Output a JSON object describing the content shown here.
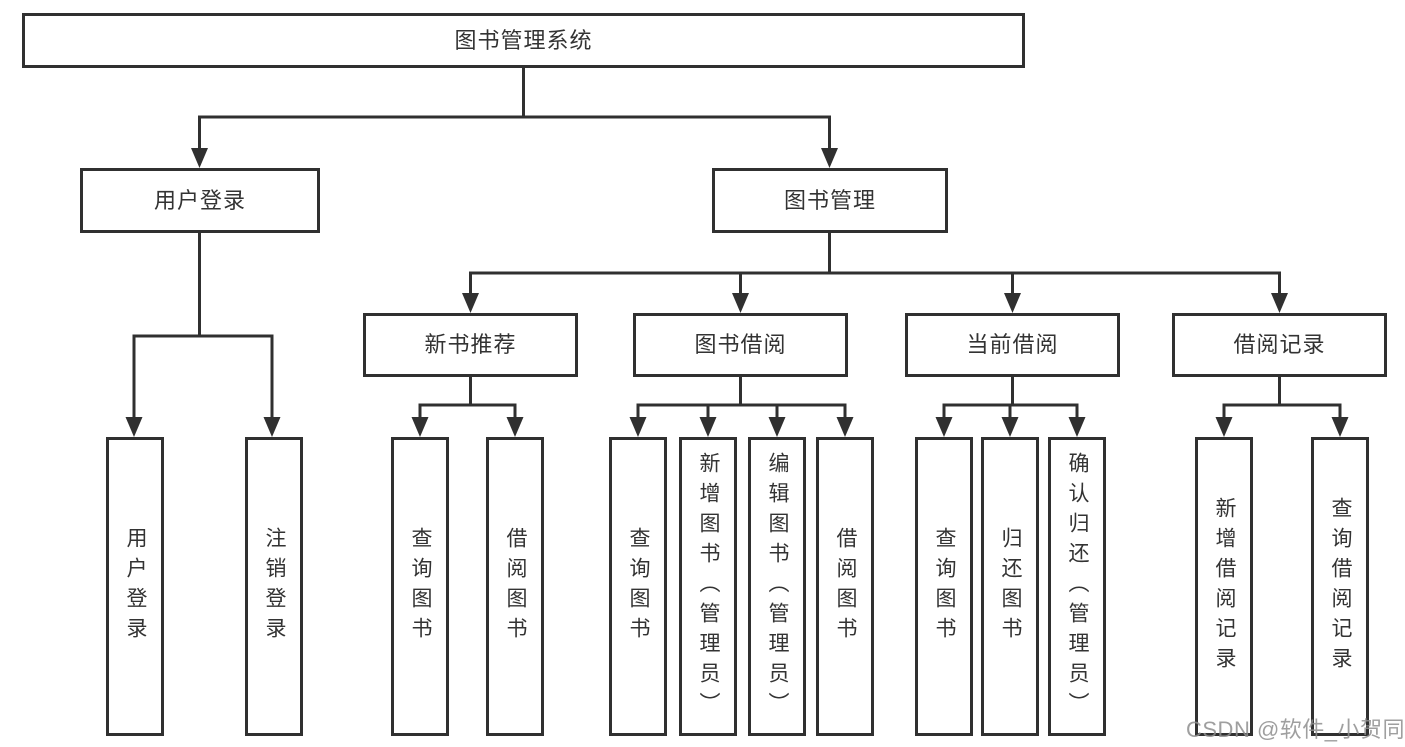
{
  "colors": {
    "line": "#303030",
    "text": "#333333",
    "background": "#ffffff",
    "watermark": "#8f8f8f"
  },
  "tree": {
    "root": "图书管理系统",
    "branches": {
      "user_login": "用户登录",
      "book_management": "图书管理"
    },
    "modules": {
      "new_book_recommend": "新书推荐",
      "book_borrow": "图书借阅",
      "current_borrow": "当前借阅",
      "borrow_record": "借阅记录"
    },
    "leaves": {
      "user_login": "用户登录",
      "logout": "注销登录",
      "recommend_query_book": "查询图书",
      "recommend_borrow_book": "借阅图书",
      "borrow_query_book": "查询图书",
      "borrow_add_book": "新增图书（管理员）",
      "borrow_edit_book": "编辑图书（管理员）",
      "borrow_borrow_book": "借阅图书",
      "current_query_book": "查询图书",
      "current_return_book": "归还图书",
      "current_confirm_return": "确认归还（管理员）",
      "record_add": "新增借阅记录",
      "record_query": "查询借阅记录"
    }
  },
  "watermark": "CSDN @软件_小贺同学"
}
